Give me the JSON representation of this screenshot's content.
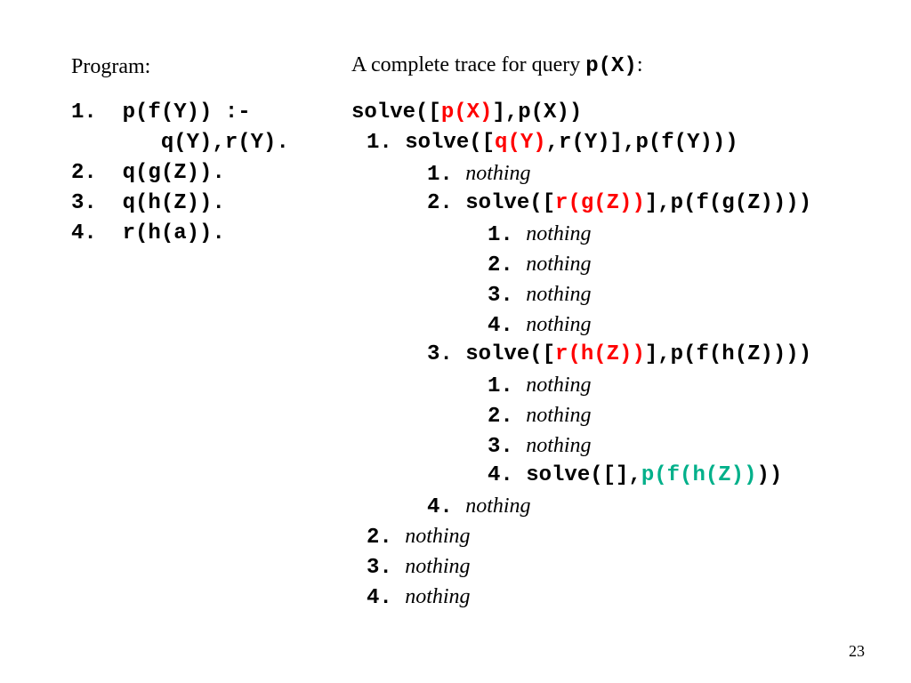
{
  "program": {
    "title": "Program:",
    "lines": [
      {
        "num": "1.",
        "text": "p(f(Y)) :-"
      },
      {
        "num": "",
        "text": "q(Y),r(Y)."
      },
      {
        "num": "2.",
        "text": "q(g(Z))."
      },
      {
        "num": "3.",
        "text": "q(h(Z))."
      },
      {
        "num": "4.",
        "text": "r(h(a))."
      }
    ]
  },
  "trace": {
    "title_prefix": "A complete trace for query ",
    "title_query": "p(X)",
    "title_suffix": ":",
    "nothing": "nothing",
    "root": {
      "pre": "solve([",
      "hl": "p(X)",
      "post": "],p(X))"
    },
    "l1": {
      "num": "1.",
      "pre": "solve([",
      "hl": "q(Y)",
      "post": ",r(Y)],p(f(Y)))"
    },
    "l1_1": {
      "num": "1."
    },
    "l1_2": {
      "num": "2.",
      "pre": "solve([",
      "hl": "r(g(Z))",
      "post": "],p(f(g(Z))))"
    },
    "l1_2_1": {
      "num": "1."
    },
    "l1_2_2": {
      "num": "2."
    },
    "l1_2_3": {
      "num": "3."
    },
    "l1_2_4": {
      "num": "4."
    },
    "l1_3": {
      "num": "3.",
      "pre": "solve([",
      "hl": "r(h(Z))",
      "post": "],p(f(h(Z))))"
    },
    "l1_3_1": {
      "num": "1."
    },
    "l1_3_2": {
      "num": "2."
    },
    "l1_3_3": {
      "num": "3."
    },
    "l1_3_4": {
      "num": "4.",
      "pre": "solve([],",
      "hl": "p(f(h(Z))",
      "post": "))"
    },
    "l1_4": {
      "num": "4."
    },
    "l2": {
      "num": "2."
    },
    "l3": {
      "num": "3."
    },
    "l4": {
      "num": "4."
    }
  },
  "colors": {
    "highlight_red": "#ff0000",
    "highlight_green": "#00b08a"
  },
  "page_number": "23"
}
